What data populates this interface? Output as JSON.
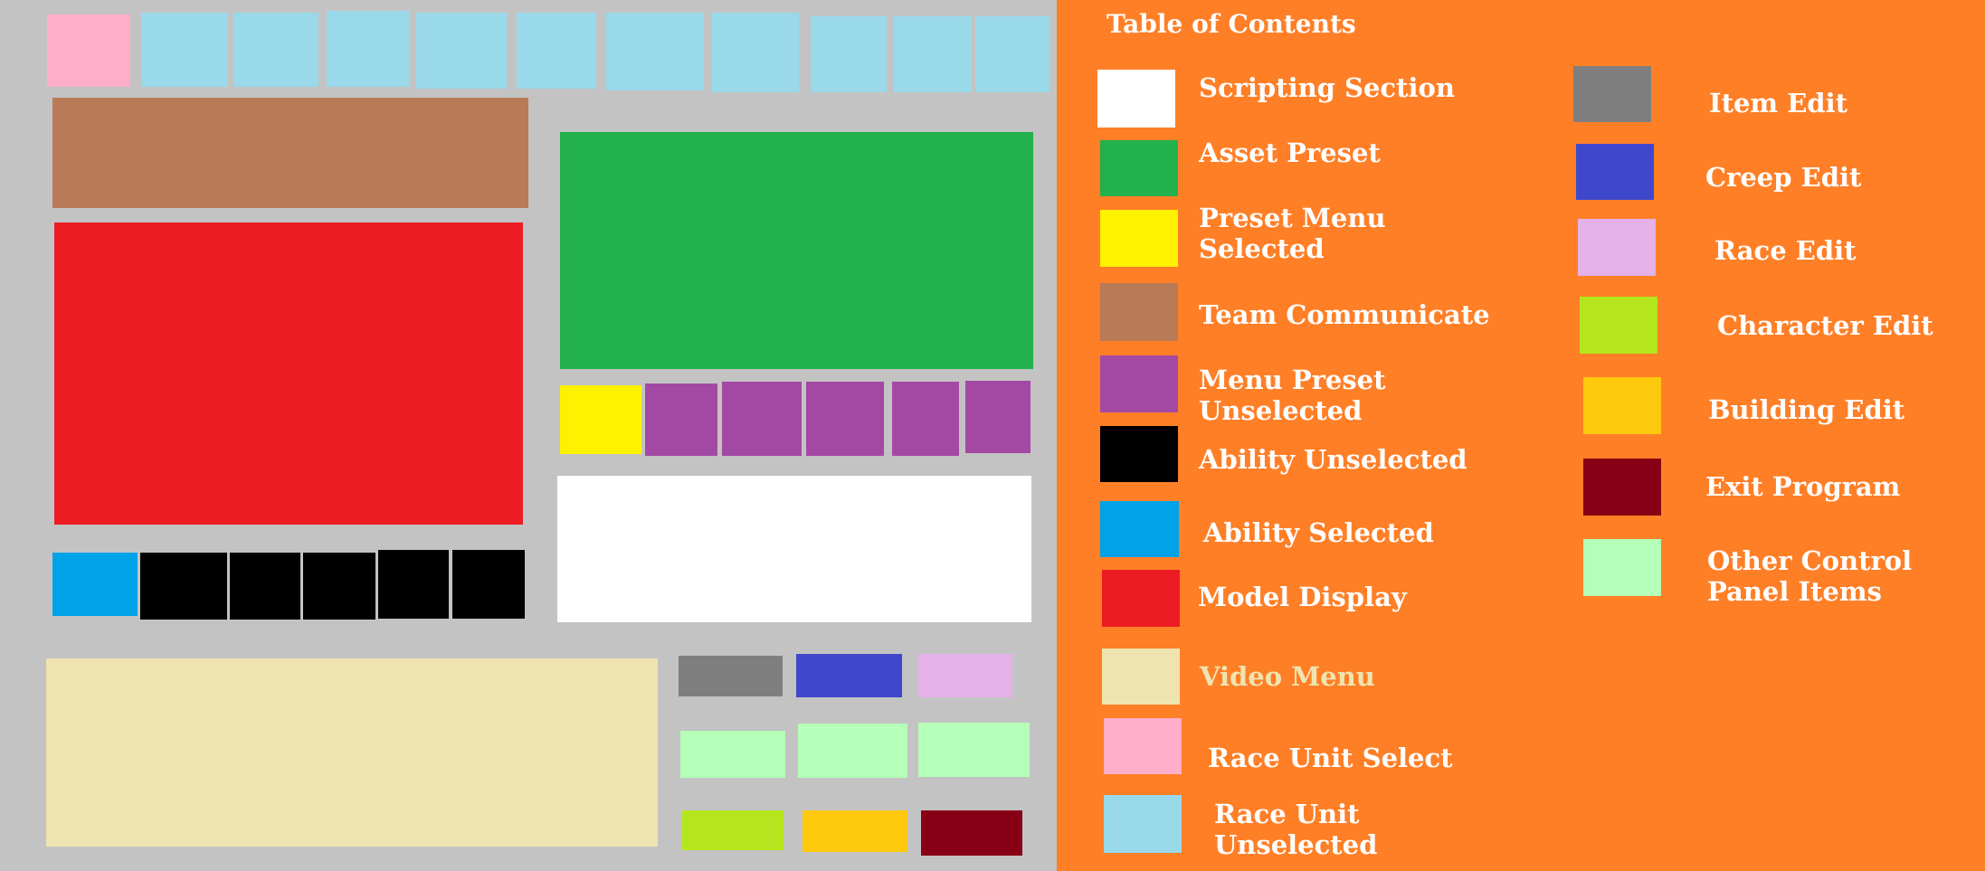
{
  "colors": {
    "background": "#c3c3c3",
    "legend_background": "#ff7f27",
    "race_unit_select": "#ffaec9",
    "race_unit_unselected": "#99d9ea",
    "team_communicate": "#b97a57",
    "model_display": "#ed1c24",
    "asset_preset": "#22b14c",
    "preset_menu_selected": "#fff200",
    "menu_preset_unselected": "#a349a4",
    "scripting_section": "#ffffff",
    "ability_selected": "#00a2e8",
    "ability_unselected": "#000000",
    "video_menu": "#efe4b0",
    "item_edit": "#7f7f7f",
    "creep_edit": "#3f48cc",
    "race_edit": "#e4b1e8",
    "character_edit": "#b5e61d",
    "building_edit": "#ffc90e",
    "exit_program": "#880015",
    "other_control_panel_items": "#b5ffb8"
  },
  "legend": {
    "title": "Table of Contents",
    "left_column": [
      {
        "label": "Scripting Section",
        "color": "#ffffff"
      },
      {
        "label": "Asset Preset",
        "color": "#22b14c"
      },
      {
        "label": "Preset Menu\nSelected",
        "color": "#fff200"
      },
      {
        "label": "Team Communicate",
        "color": "#b97a57"
      },
      {
        "label": "Menu Preset\nUnselected",
        "color": "#a349a4"
      },
      {
        "label": "Ability Unselected",
        "color": "#000000"
      },
      {
        "label": "Ability Selected",
        "color": "#00a2e8"
      },
      {
        "label": "Model Display",
        "color": "#ed1c24"
      },
      {
        "label": "Video Menu",
        "color": "#efe4b0"
      },
      {
        "label": "Race Unit Select",
        "color": "#ffaec9"
      },
      {
        "label": "Race Unit\nUnselected",
        "color": "#99d9ea"
      }
    ],
    "right_column": [
      {
        "label": "Item Edit",
        "color": "#7f7f7f"
      },
      {
        "label": "Creep Edit",
        "color": "#3f48cc"
      },
      {
        "label": "Race Edit",
        "color": "#e4b1e8"
      },
      {
        "label": "Character Edit",
        "color": "#b5e61d"
      },
      {
        "label": "Building Edit",
        "color": "#ffc90e"
      },
      {
        "label": "Exit Program",
        "color": "#880015"
      },
      {
        "label": "Other Control\nPanel Items",
        "color": "#b5ffb8"
      }
    ]
  }
}
